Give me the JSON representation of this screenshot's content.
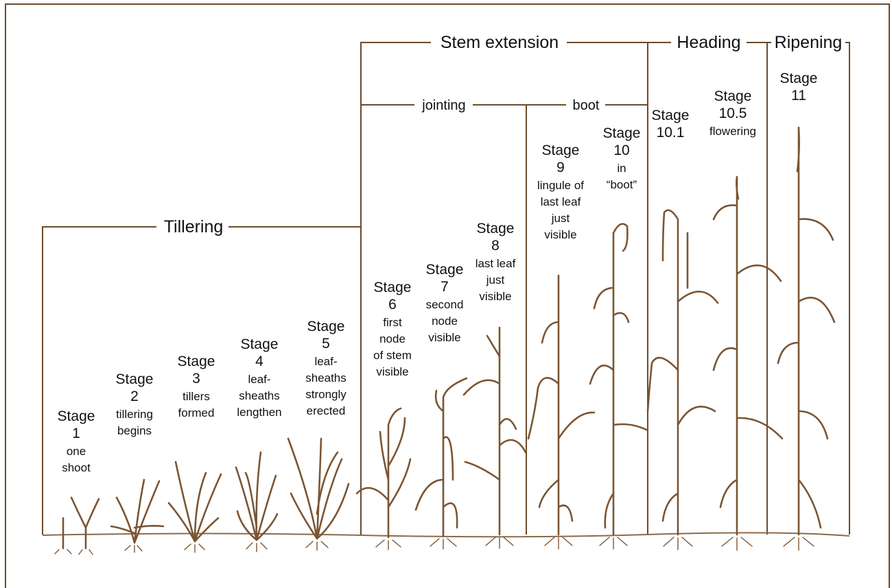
{
  "diagram": {
    "phases": [
      {
        "label": "Tillering"
      },
      {
        "label": "Stem extension"
      },
      {
        "label": "Heading"
      },
      {
        "label": "Ripening"
      }
    ],
    "subphases": [
      {
        "label": "jointing"
      },
      {
        "label": "boot"
      }
    ],
    "stages": [
      {
        "number": "Stage 1",
        "description": [
          "one",
          "shoot"
        ]
      },
      {
        "number": "Stage 2",
        "description": [
          "tillering",
          "begins"
        ]
      },
      {
        "number": "Stage 3",
        "description": [
          "tillers",
          "formed"
        ]
      },
      {
        "number": "Stage 4",
        "description": [
          "leaf-",
          "sheaths",
          "lengthen"
        ]
      },
      {
        "number": "Stage 5",
        "description": [
          "leaf-",
          "sheaths",
          "strongly",
          "erected"
        ]
      },
      {
        "number": "Stage 6",
        "description": [
          "first",
          "node",
          "of stem",
          "visible"
        ]
      },
      {
        "number": "Stage 7",
        "description": [
          "second",
          "node",
          "visible"
        ]
      },
      {
        "number": "Stage 8",
        "description": [
          "last leaf",
          "just",
          "visible"
        ]
      },
      {
        "number": "Stage 9",
        "description": [
          "lingule of",
          "last leaf",
          "just",
          "visible"
        ]
      },
      {
        "number": "Stage 10",
        "description": [
          "in",
          "“boot”"
        ]
      },
      {
        "number": "Stage 10.1",
        "description": []
      },
      {
        "number": "Stage 10.5",
        "description": [
          "flowering"
        ]
      },
      {
        "number": "Stage 11",
        "description": []
      }
    ]
  }
}
